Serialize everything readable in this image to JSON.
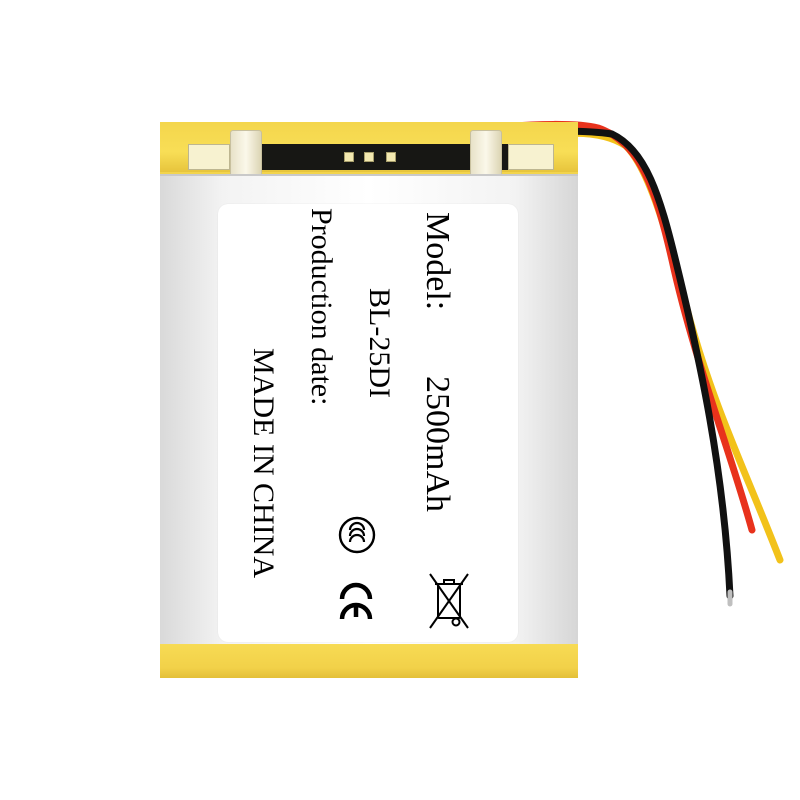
{
  "label": {
    "model_label": "Model:",
    "capacity": "2500mAh",
    "model_code": "BL-25DI",
    "production_label": "Production date:",
    "origin": "MADE IN CHINA"
  },
  "marks": {
    "certification": "ccc-icon",
    "conformity": "ce-mark-icon",
    "disposal": "crossed-bin-icon"
  },
  "colors": {
    "wrap": "#f4d54c",
    "pcb": "#171714",
    "wire_red": "#e8321c",
    "wire_black": "#111111",
    "wire_yellow": "#f2c21a"
  }
}
